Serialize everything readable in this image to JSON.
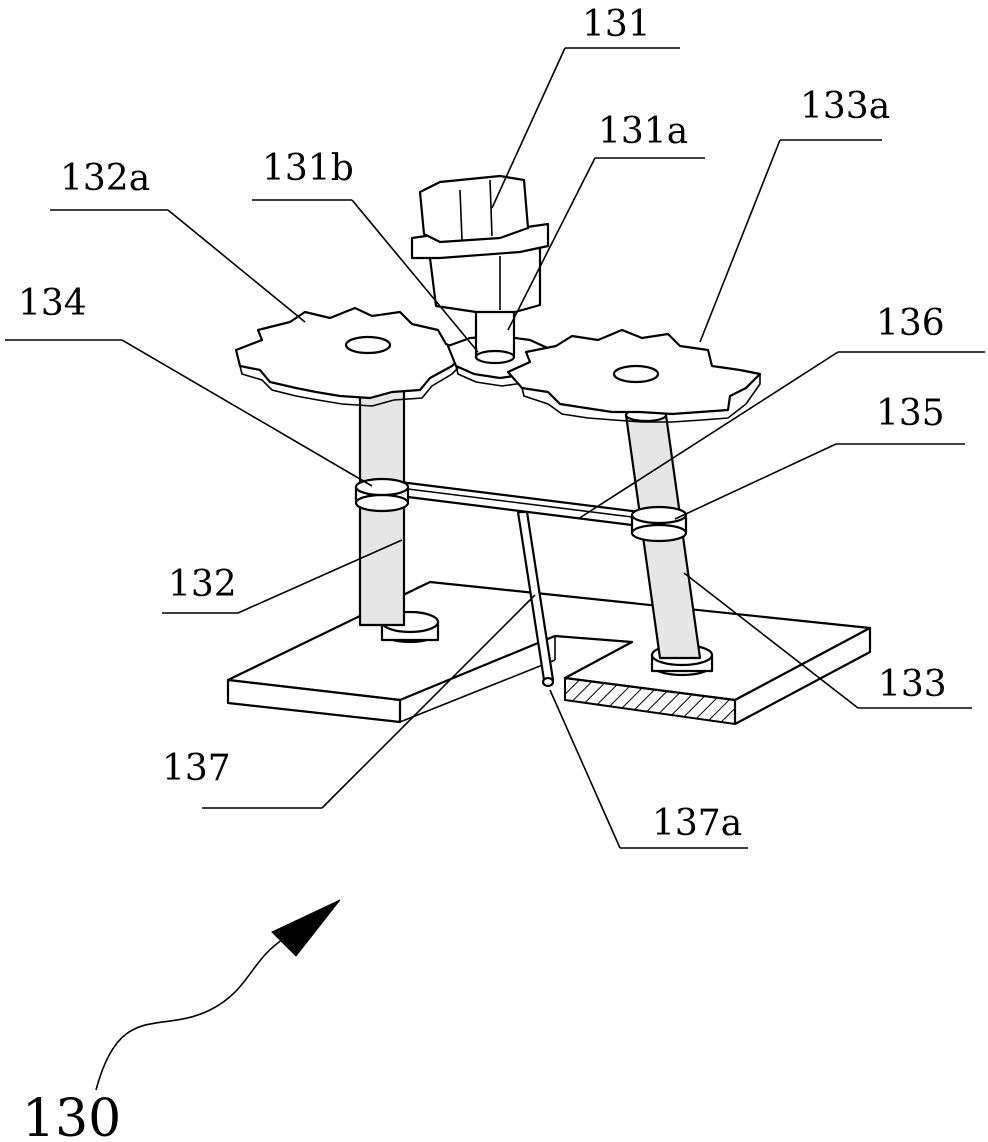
{
  "labels": {
    "l131": "131",
    "l131a": "131a",
    "l133a": "133a",
    "l131b": "131b",
    "l132a": "132a",
    "l134": "134",
    "l136": "136",
    "l135": "135",
    "l132": "132",
    "l133": "133",
    "l137": "137",
    "l137a": "137a",
    "l130": "130"
  },
  "colors": {
    "line": "#000000",
    "background": "#ffffff",
    "hatch": "#000000"
  }
}
